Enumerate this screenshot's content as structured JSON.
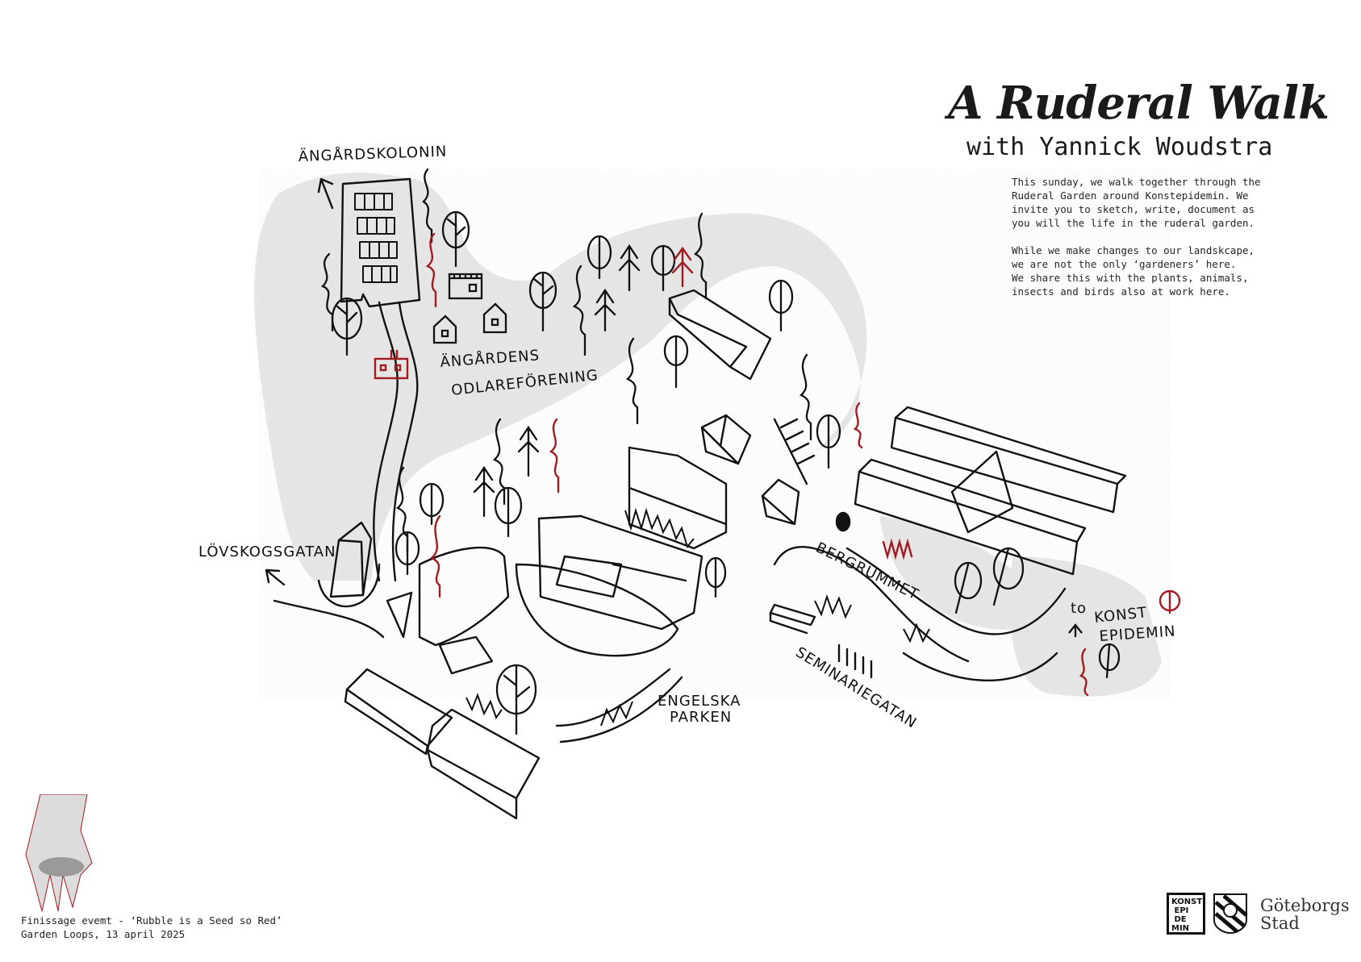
{
  "header": {
    "title": "A Ruderal Walk",
    "subtitle": "with Yannick Woudstra"
  },
  "intro": {
    "paragraphs": [
      "This sunday, we walk together through the\nRuderal Garden around Konstepidemin. We\ninvite you to sketch, write, document as\nyou will the life in the ruderal garden.",
      "While we make changes to our landskcape,\nwe are not the only ‘gardeners’ here.\nWe share this with the plants, animals,\ninsects and birds also at work here."
    ]
  },
  "map": {
    "labels": {
      "angardskolonin": "ÄNGÅRDSKOLONIN",
      "angardens": "ÄNGÅRDENS",
      "odlareforening": "ODLAREFÖRENING",
      "lovskogsgatan": "LÖVSKOGSGATAN",
      "bergrummet": "BERGRUMMET",
      "seminariegatan": "SEMINARIEGATAN",
      "engelska": "ENGELSKA",
      "parken": "PARKEN",
      "to": "to",
      "konst": "KONST",
      "epidemin": "EPIDEMIN"
    },
    "colors": {
      "ink": "#111111",
      "accent_red": "#a31b22",
      "shade": "#e6e6e6"
    }
  },
  "footer": {
    "line1": "Finissage evemt - ‘Rubble is a Seed so Red’",
    "line2": "Garden Loops, 13 april 2025"
  },
  "logos": {
    "konstepidemin": "KONST\n EPI\n DE\nMIN",
    "city": "Göteborgs\nStad"
  }
}
